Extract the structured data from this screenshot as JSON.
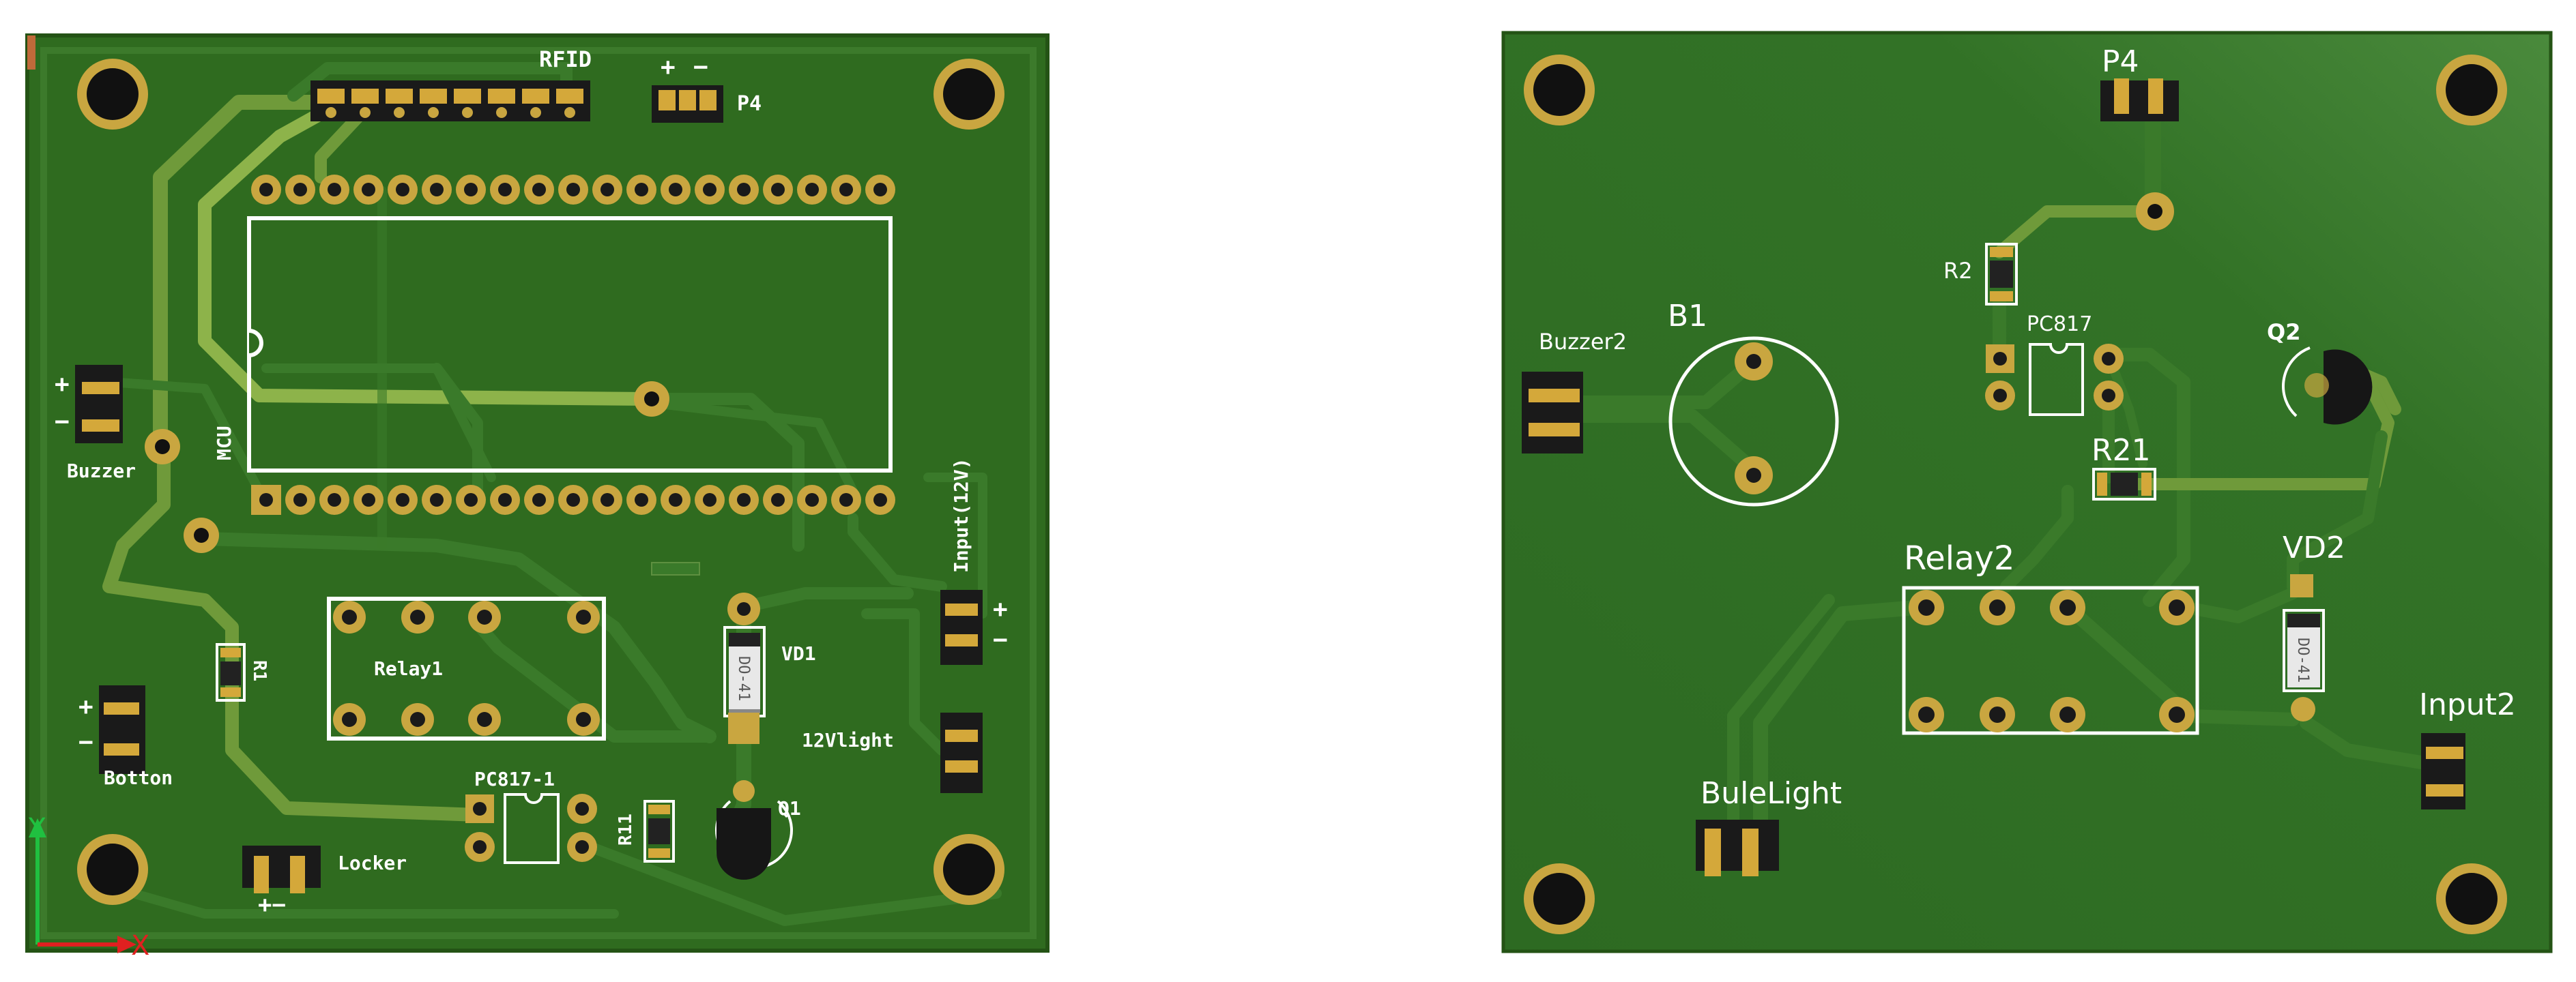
{
  "colors": {
    "board": "#2f6b1f",
    "board_right_a": "#2d6a22",
    "board_right_b": "#4a8a3c",
    "edge": "#275a18",
    "copper_pour": "#3a7a2a",
    "trace": "#6f9a3a",
    "trace_bright": "#8db34a",
    "pad_ring": "#c9a640",
    "pad_hole": "#1a1a1a",
    "silkscreen": "#ffffff",
    "pin_gold": "#d4a83a",
    "header_body": "#1a1a1a",
    "axis_x": "#e02020",
    "axis_y": "#20c040"
  },
  "left_board": {
    "labels": {
      "rfid": "RFID",
      "p4": "P4",
      "p4_plus": "+",
      "p4_minus": "−",
      "mcu": "MCU",
      "buzzer": "Buzzer",
      "buzzer_plus": "+",
      "buzzer_minus": "−",
      "input12v": "Input(12V)",
      "input_plus": "+",
      "input_minus": "−",
      "relay1": "Relay1",
      "r1": "R1",
      "vd1": "VD1",
      "do41": "DO-41",
      "light12v": "12Vlight",
      "botton": "Botton",
      "botton_plus": "+",
      "botton_minus": "−",
      "pc817_1": "PC817-1",
      "r11": "R11",
      "q1": "Q1",
      "locker": "Locker",
      "locker_pm": "+−",
      "axis_x": "X",
      "axis_y": "Y"
    }
  },
  "right_board": {
    "labels": {
      "p4": "P4",
      "r2": "R2",
      "pc817": "PC817",
      "b1": "B1",
      "buzzer2": "Buzzer2",
      "q2": "Q2",
      "r21": "R21",
      "relay2": "Relay2",
      "vd2": "VD2",
      "do41": "DO-41",
      "input2": "Input2",
      "bulelight": "BuleLight"
    }
  }
}
